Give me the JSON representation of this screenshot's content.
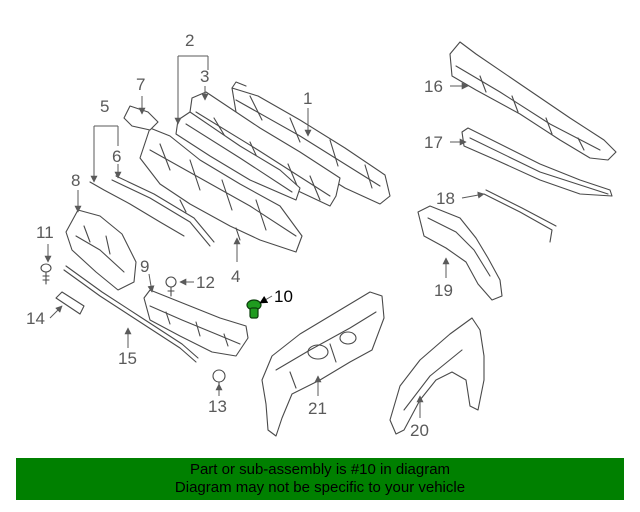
{
  "diagram": {
    "highlight_part": "10",
    "highlight_color": "#1f9b1f",
    "banner_color": "#008000",
    "callouts": {
      "c1": "1",
      "c2": "2",
      "c3": "3",
      "c4": "4",
      "c5": "5",
      "c6": "6",
      "c7": "7",
      "c8": "8",
      "c9": "9",
      "c10": "10",
      "c11": "11",
      "c12": "12",
      "c13": "13",
      "c14": "14",
      "c15": "15",
      "c16": "16",
      "c17": "17",
      "c18": "18",
      "c19": "19",
      "c20": "20",
      "c21": "21"
    }
  },
  "banner": {
    "line1": "Part or sub-assembly is #10 in diagram",
    "line2": "Diagram may not be specific to your vehicle"
  }
}
